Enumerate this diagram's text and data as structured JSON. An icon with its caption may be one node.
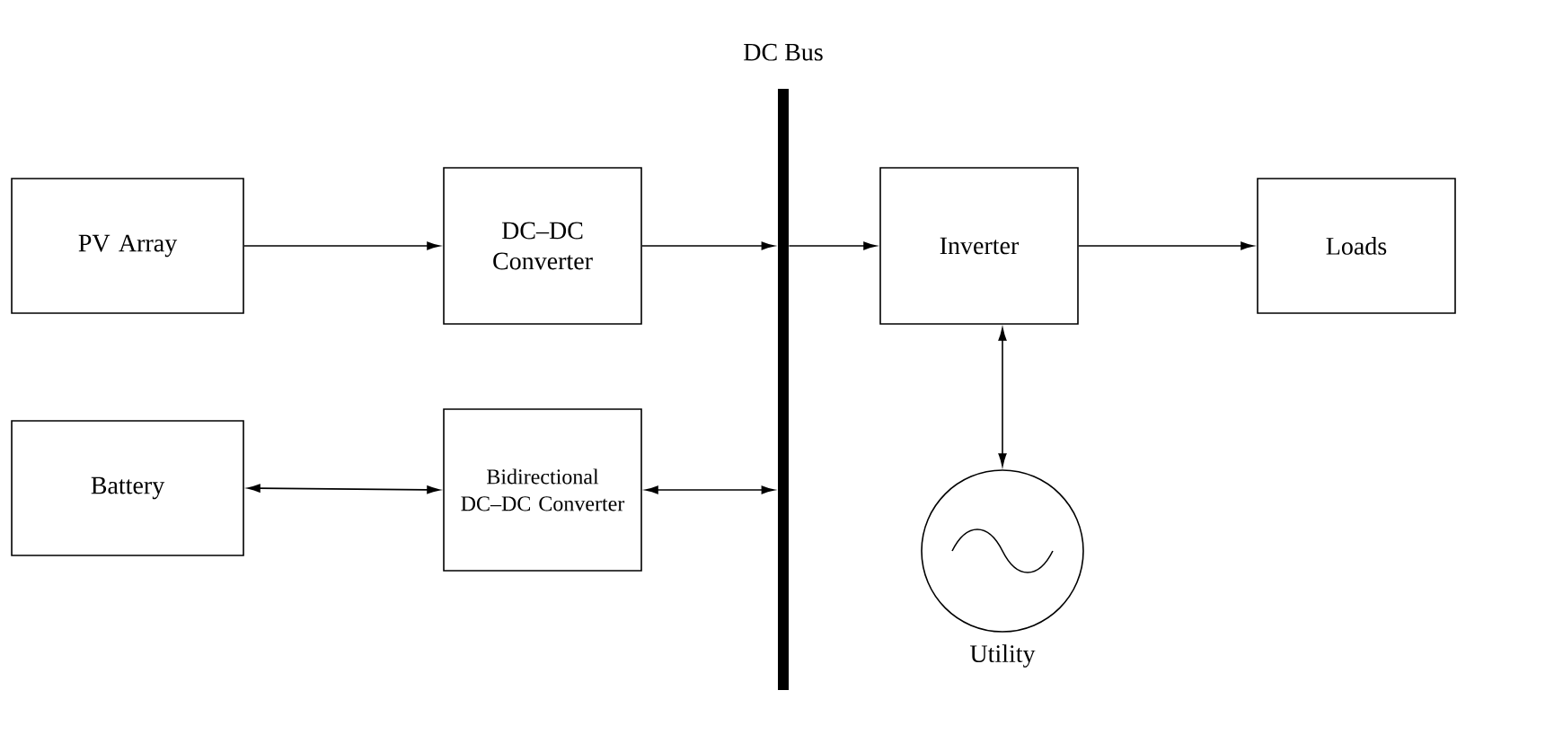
{
  "diagram": {
    "nodes": [
      {
        "text": [
          "PV Array"
        ]
      },
      {
        "text": [
          "DC–DC Converter"
        ]
      },
      {
        "text": [
          "DC Bus"
        ]
      },
      {
        "text": [
          "Inverter"
        ]
      },
      {
        "text": [
          "Loads"
        ]
      },
      {
        "text": [
          "Battery"
        ]
      },
      {
        "text": [
          "Bidirectional DC–DC Converter"
        ]
      },
      {
        "text": [
          "Utility"
        ]
      }
    ],
    "edges": [
      {
        "from": 0,
        "to": 1,
        "arrow": "to"
      },
      {
        "from": 1,
        "to": 2,
        "arrow": "to"
      },
      {
        "from": 2,
        "to": 3,
        "arrow": "to"
      },
      {
        "from": 3,
        "to": 4,
        "arrow": "to"
      },
      {
        "from": 5,
        "to": 6,
        "arrow": "both"
      },
      {
        "from": 6,
        "to": 2,
        "arrow": "both"
      },
      {
        "from": 3,
        "to": 7,
        "arrow": "both"
      }
    ]
  }
}
